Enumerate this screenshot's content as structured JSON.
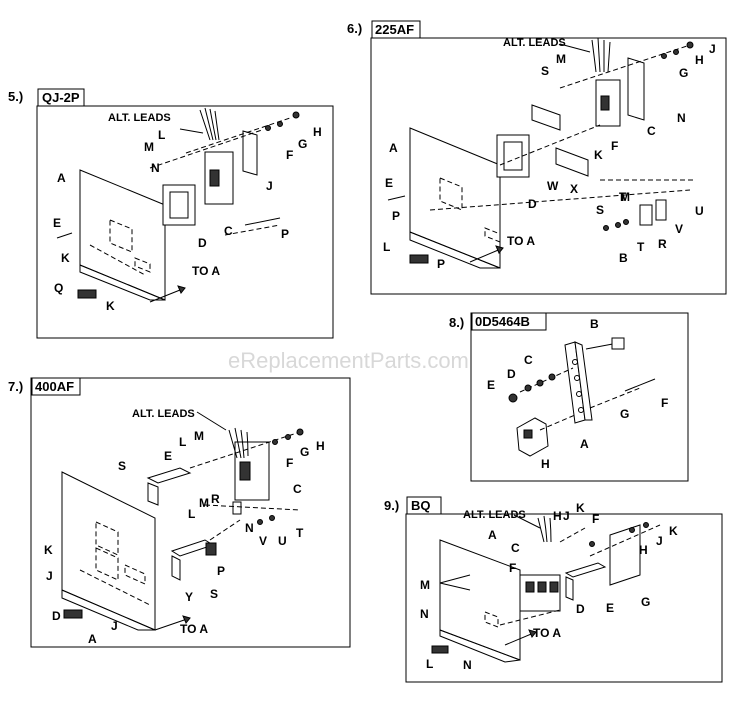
{
  "watermark": "eReplacementParts.com",
  "common": {
    "alt_leads": "ALT. LEADS",
    "to_a": "TO A"
  },
  "panels": {
    "p5": {
      "number": "5.)",
      "title": "QJ-2P",
      "labels": {
        "A": "A",
        "C": "C",
        "D": "D",
        "E": "E",
        "F": "F",
        "G": "G",
        "H": "H",
        "J": "J",
        "K": "K",
        "K2": "K",
        "L": "L",
        "M": "M",
        "N": "N",
        "P": "P",
        "Q": "Q"
      }
    },
    "p6": {
      "number": "6.)",
      "title": "225AF",
      "labels": {
        "A": "A",
        "B": "B",
        "C": "C",
        "D": "D",
        "E": "E",
        "F": "F",
        "G": "G",
        "H": "H",
        "J": "J",
        "K": "K",
        "L": "L",
        "M": "M",
        "M2": "M",
        "N": "N",
        "P": "P",
        "P2": "P",
        "R": "R",
        "S": "S",
        "S2": "S",
        "T": "T",
        "T2": "T",
        "U": "U",
        "V": "V",
        "W": "W",
        "X": "X"
      }
    },
    "p7": {
      "number": "7.)",
      "title": "400AF",
      "labels": {
        "A": "A",
        "C": "C",
        "D": "D",
        "E": "E",
        "F": "F",
        "G": "G",
        "H": "H",
        "J": "J",
        "J2": "J",
        "K": "K",
        "L": "L",
        "L2": "L",
        "M": "M",
        "M2": "M",
        "N": "N",
        "P": "P",
        "R": "R",
        "S": "S",
        "S2": "S",
        "T": "T",
        "U": "U",
        "V": "V",
        "Y": "Y"
      }
    },
    "p8": {
      "number": "8.)",
      "title": "0D5464B",
      "labels": {
        "A": "A",
        "B": "B",
        "C": "C",
        "D": "D",
        "E": "E",
        "F": "F",
        "G": "G",
        "H": "H"
      }
    },
    "p9": {
      "number": "9.)",
      "title": "BQ",
      "labels": {
        "A": "A",
        "C": "C",
        "D": "D",
        "E": "E",
        "F": "F",
        "F2": "F",
        "G": "G",
        "H": "H",
        "H2": "H",
        "J": "J",
        "J2": "J",
        "K": "K",
        "K2": "K",
        "L": "L",
        "M": "M",
        "N": "N",
        "N2": "N"
      }
    }
  }
}
